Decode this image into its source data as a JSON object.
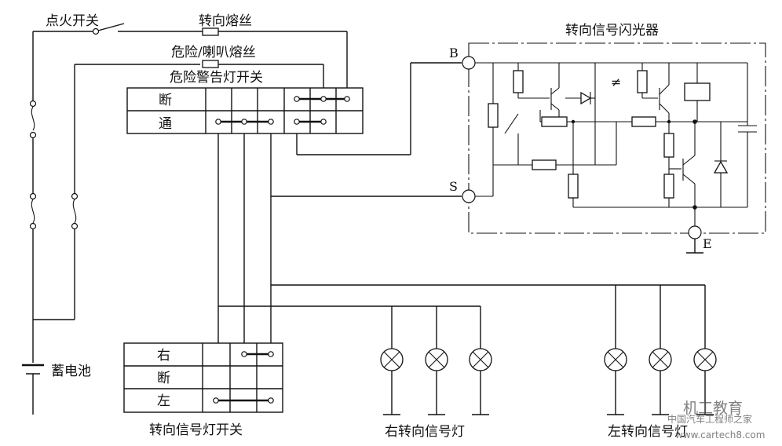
{
  "labels": {
    "ignition_switch": "点火开关",
    "turn_fuse": "转向熔丝",
    "hazard_horn_fuse": "危险/喇叭熔丝",
    "hazard_switch": "危险警告灯开关",
    "off": "断",
    "on": "通",
    "flasher": "转向信号闪光器",
    "terminal_b": "B",
    "terminal_s": "S",
    "terminal_e": "E",
    "battery": "蓄电池",
    "right": "右",
    "left": "左",
    "turn_switch": "转向信号灯开关",
    "right_lamps": "右转向信号灯",
    "left_lamps": "左转向信号灯"
  },
  "watermark": {
    "line1": "机工教育",
    "line2": "中国汽车工程师之家",
    "url": "www.cartech8.com"
  }
}
